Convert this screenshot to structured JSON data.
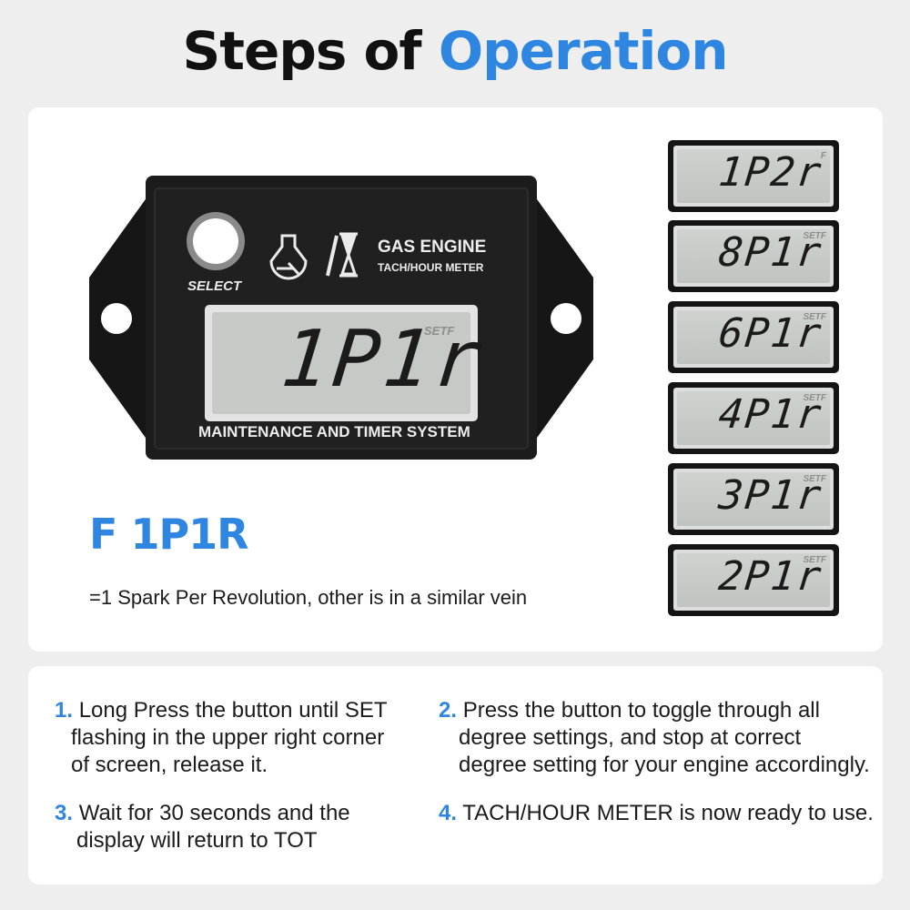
{
  "header": {
    "title_part1": "Steps of",
    "title_part2": "Operation",
    "accent_color": "#2f86e0"
  },
  "meter": {
    "select_label": "SELECT",
    "brand_line1": "GAS ENGINE",
    "brand_line2": "TACH/HOUR METER",
    "display_value": "1P1r",
    "display_flag": "SETF",
    "footer_label": "MAINTENANCE AND TIMER SYSTEM",
    "icons": [
      "engine-spark-icon",
      "hourglass-icon"
    ]
  },
  "setting": {
    "code": "F 1P1R",
    "description": "=1 Spark Per Revolution, other is in a similar vein"
  },
  "options": [
    {
      "value": "1P2r",
      "flag": "F"
    },
    {
      "value": "8P1r",
      "flag": "SETF"
    },
    {
      "value": "6P1r",
      "flag": "SETF"
    },
    {
      "value": "4P1r",
      "flag": "SETF"
    },
    {
      "value": "3P1r",
      "flag": "SETF"
    },
    {
      "value": "2P1r",
      "flag": "SETF"
    }
  ],
  "steps": [
    {
      "num": "1.",
      "lines": [
        "Long Press the button until SET",
        "flashing in the upper right corner",
        "of screen, release it."
      ]
    },
    {
      "num": "2.",
      "lines": [
        "Press the button to toggle through all",
        "degree settings, and stop at correct",
        "degree setting for your engine accordingly."
      ]
    },
    {
      "num": "3.",
      "lines": [
        "Wait for 30 seconds and the",
        "display will return to TOT"
      ]
    },
    {
      "num": "4.",
      "lines": [
        "TACH/HOUR METER is now ready to use."
      ]
    }
  ]
}
